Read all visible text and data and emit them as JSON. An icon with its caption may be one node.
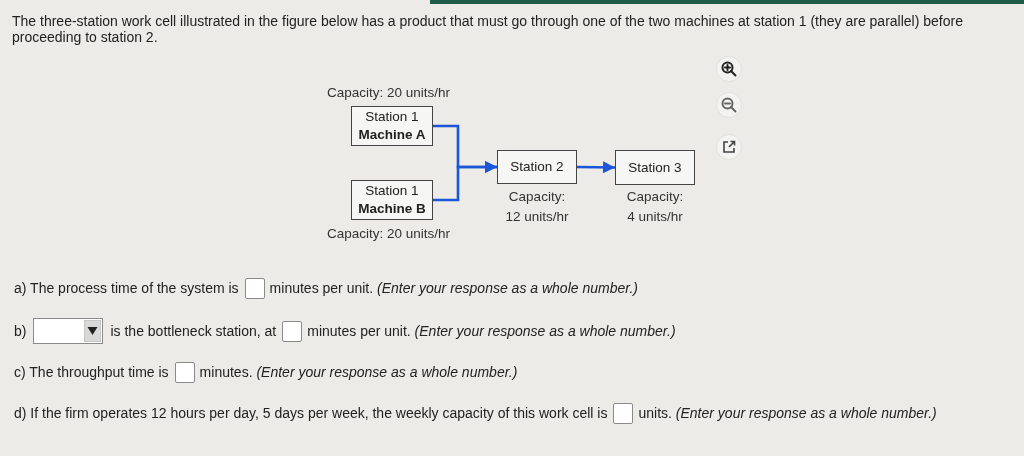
{
  "diagram": {
    "nodes": [
      {
        "text": [
          "Station 1",
          "Machine A"
        ],
        "beside": [
          "Capacity: 20 units/hr"
        ]
      },
      {
        "text": [
          "Station 1",
          "Machine B"
        ],
        "beside": [
          "Capacity: 20 units/hr"
        ]
      },
      {
        "text": [
          "Station 2"
        ],
        "beside": [
          "Capacity: 12 units/hr"
        ]
      },
      {
        "text": [
          "Station 3"
        ],
        "beside": [
          "Capacity: 4 units/hr"
        ]
      }
    ],
    "edges": [
      {
        "from": 0,
        "to": 2,
        "arrow": "to"
      },
      {
        "from": 1,
        "to": 2,
        "arrow": "to"
      },
      {
        "from": 2,
        "to": 3,
        "arrow": "to"
      }
    ],
    "labels": [
      "The three-station work cell illustrated in the figure below has a product that must go through one of the two machines at station 1 (they are parallel) before proceeding to station 2.",
      "a) The process time of the system is",
      "minutes per unit. *(Enter your response as a whole number.)*",
      "b)",
      "is the bottleneck station, at",
      "minutes per unit. *(Enter your response as a whole number.)*",
      "c) The throughput time is",
      "minutes. *(Enter your response as a whole number.)*",
      "d) If the firm operates 12 hours per day, 5 days per week, the weekly capacity of this work cell is",
      "units. *(Enter your response as a whole number.)*"
    ]
  }
}
